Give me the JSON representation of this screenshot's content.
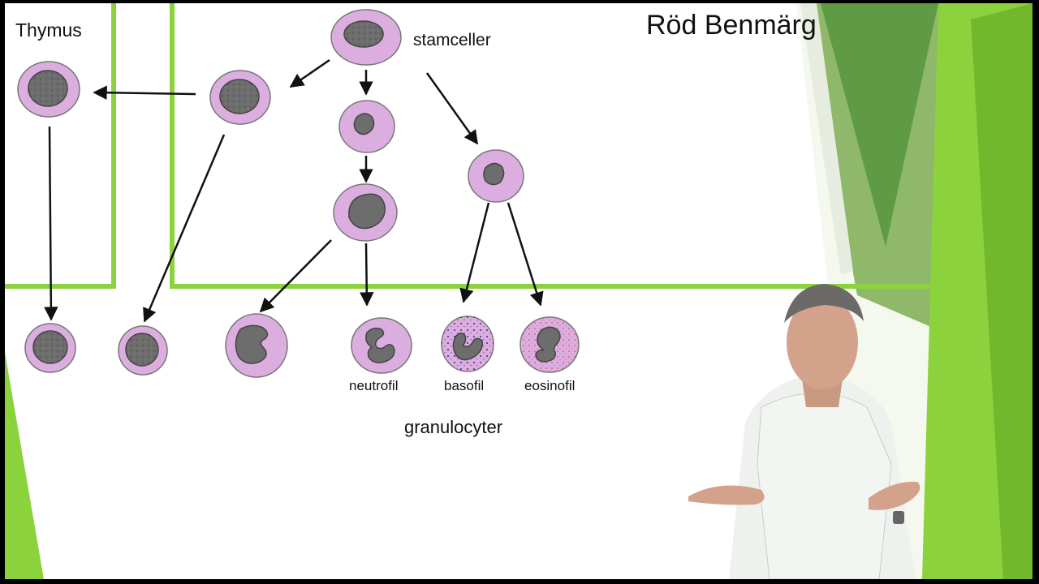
{
  "slide": {
    "title": "Röd Benmärg",
    "labels": {
      "thymus": "Thymus",
      "stamceller": "stamceller",
      "neutrofil": "neutrofil",
      "basofil": "basofil",
      "eosinofil": "eosinofil",
      "granulocyter": "granulocyter"
    }
  },
  "colors": {
    "accent_green": "#8cd23c",
    "dark_green": "#5a9a34",
    "cell_cytoplasm": "#dcaee0",
    "cell_nucleus": "#6d6d6d"
  },
  "icons": [
    "stem-cell-icon",
    "progenitor-cell-icon",
    "lymphocyte-icon",
    "monocyte-icon",
    "neutrophil-icon",
    "basophil-icon",
    "eosinophil-icon",
    "arrow-icon"
  ]
}
